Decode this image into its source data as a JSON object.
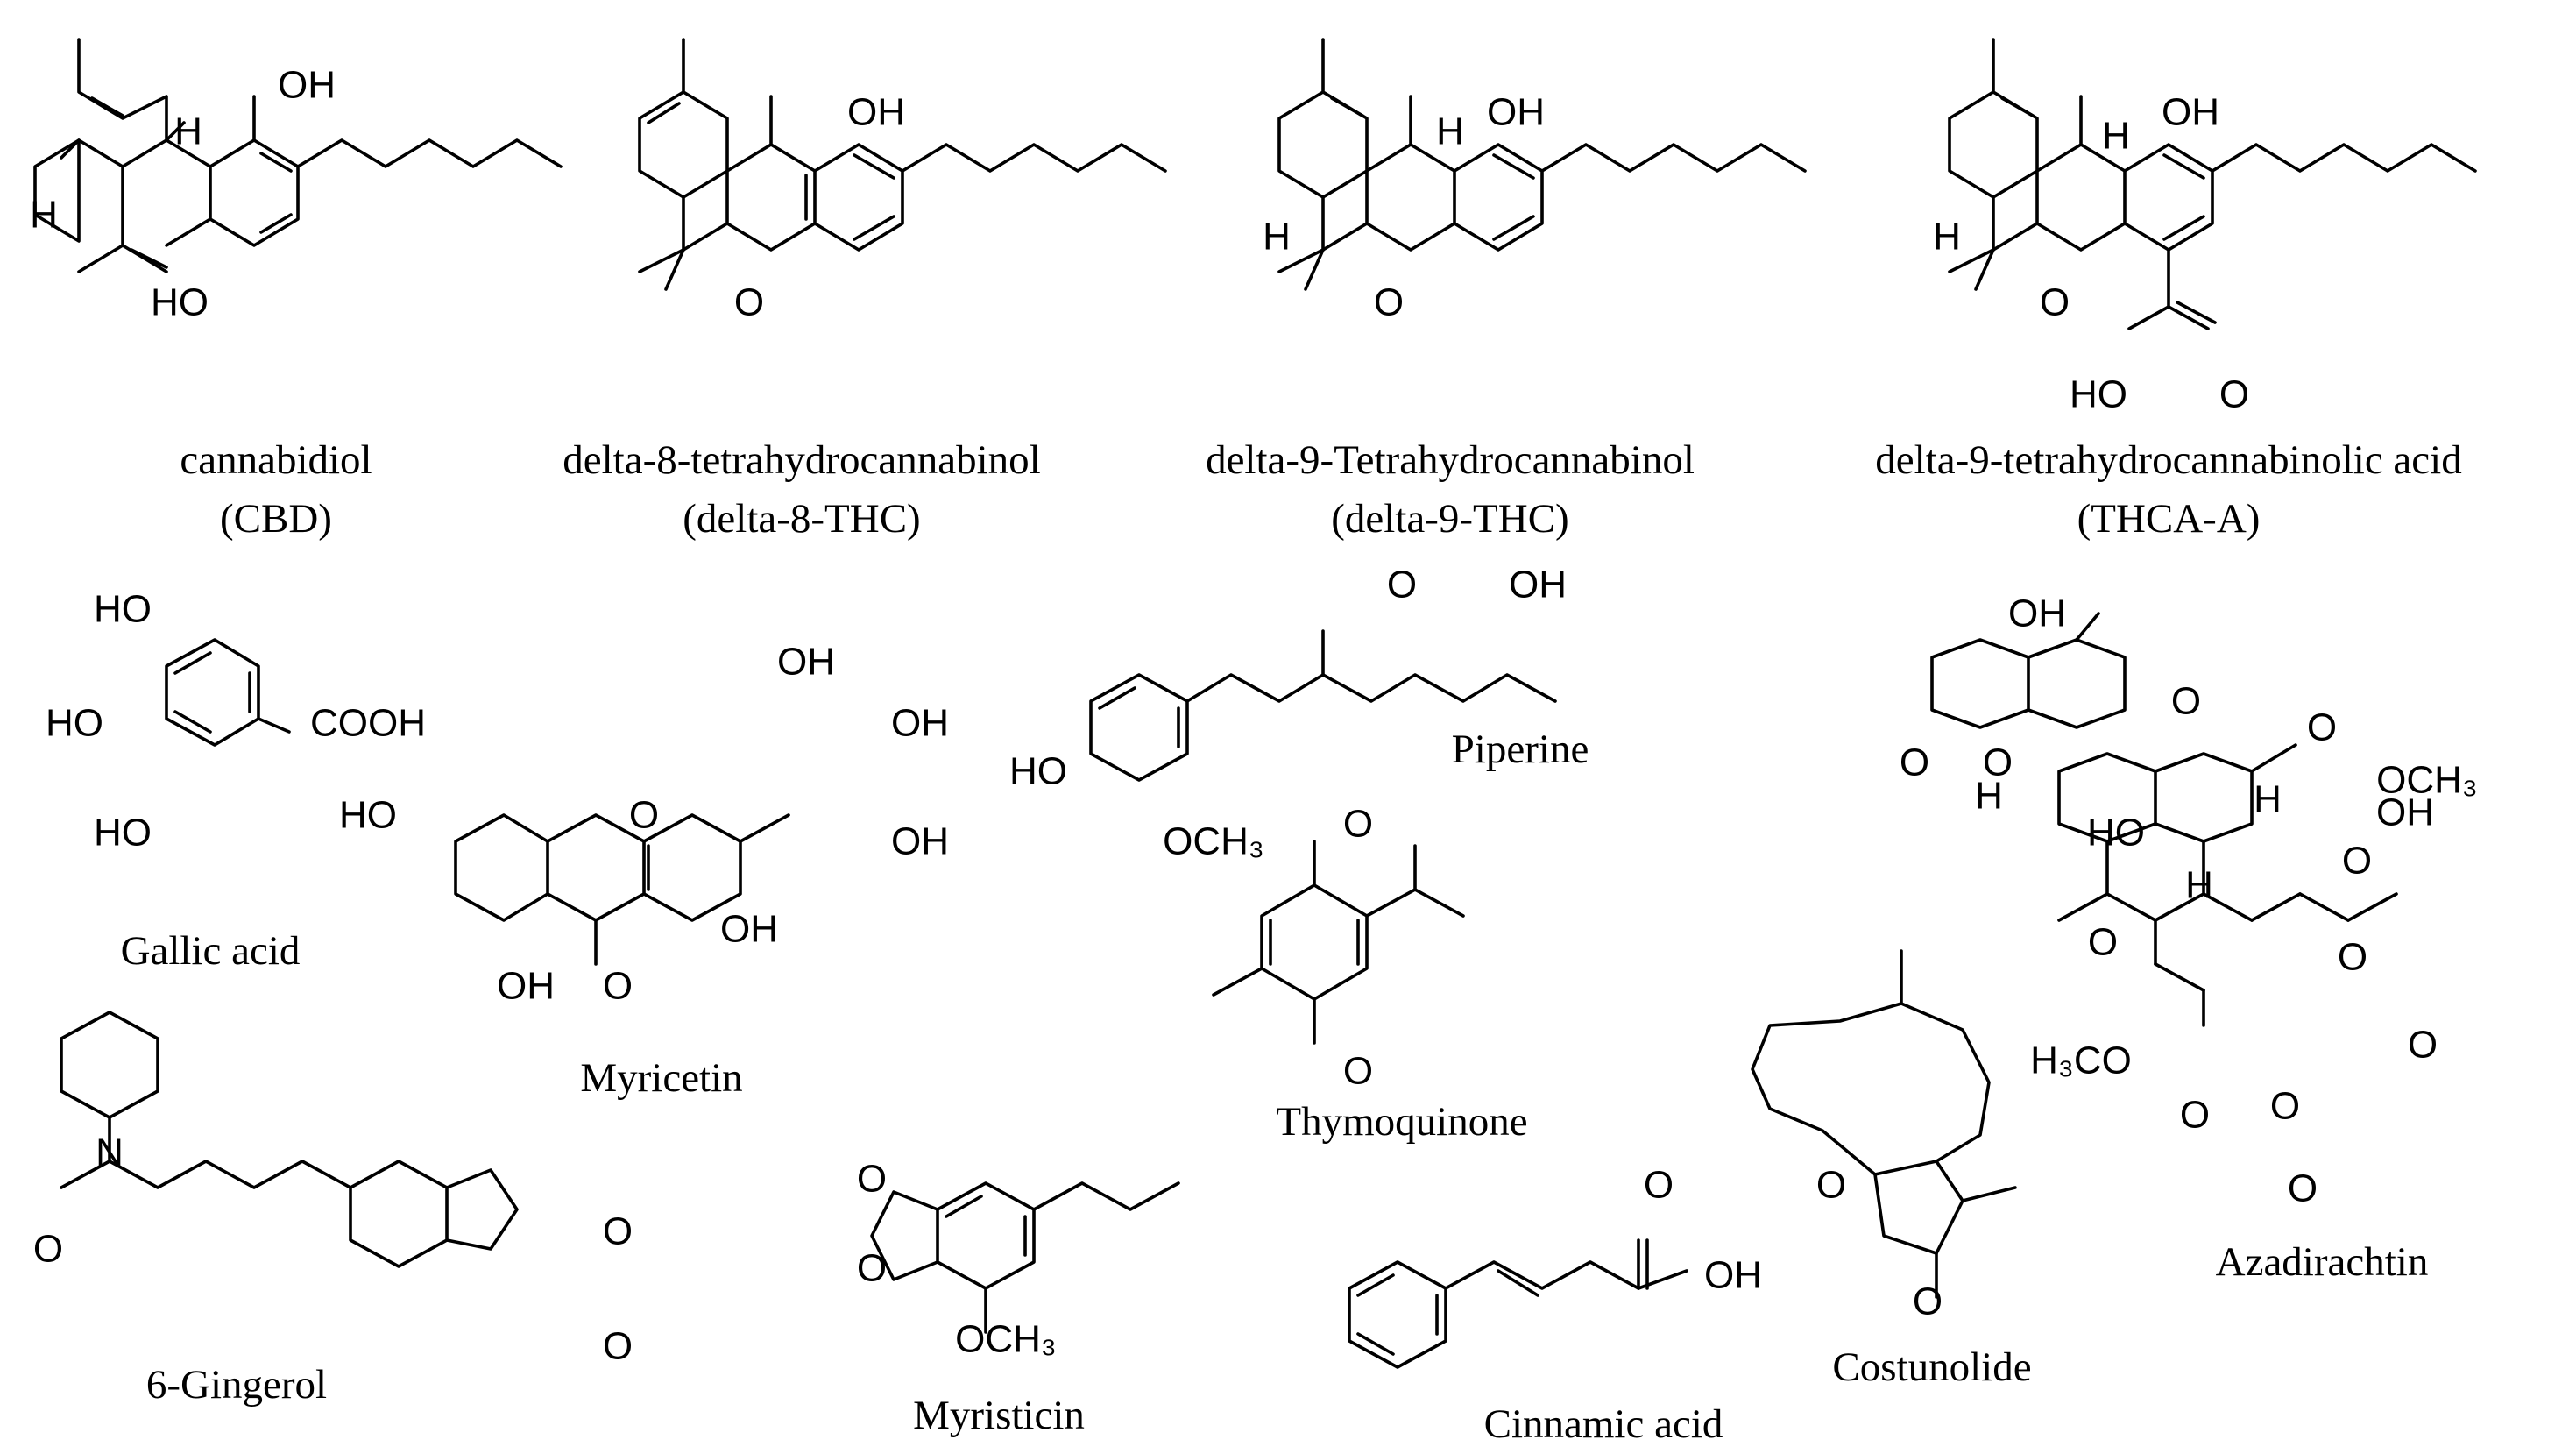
{
  "figure": {
    "compounds": [
      {
        "id": "cbd",
        "name": "cannabidiol",
        "abbr": "(CBD)"
      },
      {
        "id": "d8thc",
        "name": "delta-8-tetrahydrocannabinol",
        "abbr": "(delta-8-THC)"
      },
      {
        "id": "d9thc",
        "name": "delta-9-Tetrahydrocannabinol",
        "abbr": "(delta-9-THC)"
      },
      {
        "id": "thca",
        "name": "delta-9-tetrahydrocannabinolic acid",
        "abbr": "(THCA-A)"
      },
      {
        "id": "gallic",
        "name": "Gallic acid"
      },
      {
        "id": "myricetin",
        "name": "Myricetin"
      },
      {
        "id": "piperine",
        "name": "Piperine"
      },
      {
        "id": "thymoquinone",
        "name": "Thymoquinone"
      },
      {
        "id": "azadirachtin",
        "name": "Azadirachtin"
      },
      {
        "id": "gingerol",
        "name": "6-Gingerol"
      },
      {
        "id": "myristicin",
        "name": "Myristicin"
      },
      {
        "id": "cinnamic",
        "name": "Cinnamic acid"
      },
      {
        "id": "costunolide",
        "name": "Costunolide"
      }
    ],
    "atom_labels": {
      "H": "H",
      "OH": "OH",
      "HO": "HO",
      "O": "O",
      "N": "N",
      "COOH": "COOH",
      "OCH3": "OCH₃",
      "H3CO": "H₃CO"
    }
  }
}
